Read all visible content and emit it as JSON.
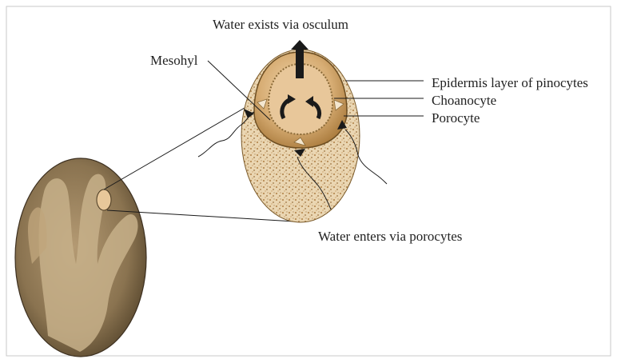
{
  "labels": {
    "water_exits": "Water exists via osculum",
    "mesohyl": "Mesohyl",
    "epidermis": "Epidermis layer of pinocytes",
    "choanocyte": "Choanocyte",
    "porocyte": "Porocyte",
    "water_enters": "Water enters via porocytes"
  },
  "colors": {
    "background": "#ffffff",
    "border": "#c9c9c9",
    "cell_body": "#b98a4e",
    "cell_border": "#7a5a2a",
    "mesohyl_fill": "#e6cfa8",
    "photo_tone": "#7d6a4a",
    "leader_line": "#1a1a1a"
  }
}
